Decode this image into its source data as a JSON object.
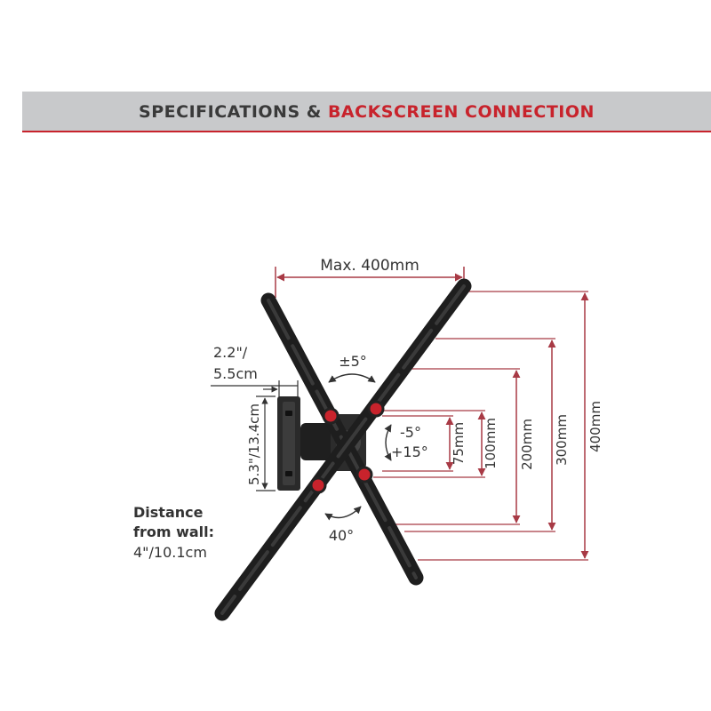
{
  "banner": {
    "title_part1": "SPECIFICATIONS & ",
    "title_part2": "BACKSCREEN CONNECTION"
  },
  "colors": {
    "accent": "#c8232c",
    "dimension_line": "#a83a45",
    "banner_bg": "#c8c9cb",
    "text": "#333333"
  },
  "dimensions": {
    "width_label": "Max. 400mm",
    "offset_line1": "2.2\"/",
    "offset_line2": "5.5cm",
    "plate_height": "5.3\"/13.4cm",
    "tilt_angle": "±5°",
    "tilt_vertical_top": "-5°",
    "tilt_vertical_bottom": "+15°",
    "swivel_angle": "40°",
    "vesa_heights": [
      "75mm",
      "100mm",
      "200mm",
      "300mm",
      "400mm"
    ]
  },
  "distance": {
    "label_line1": "Distance",
    "label_line2": "from wall:",
    "value": "4\"/10.1cm"
  }
}
